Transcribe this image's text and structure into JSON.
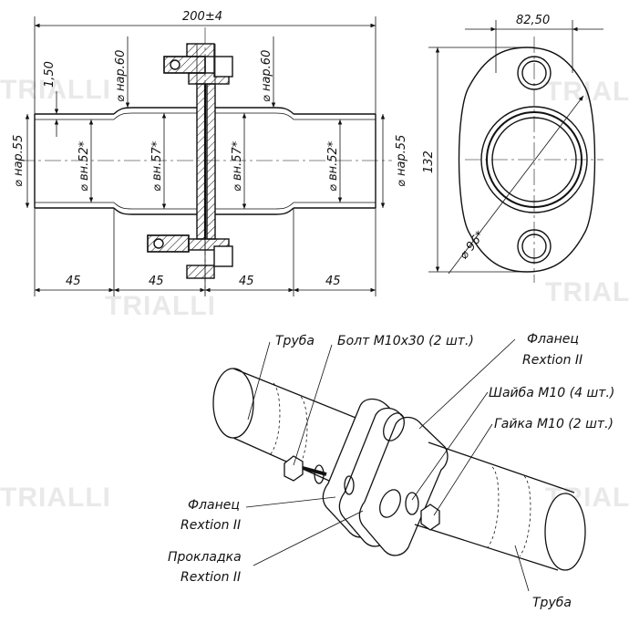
{
  "watermark": "TRIALLI",
  "dimensions": {
    "overall_length": "200±4",
    "wall": "1,50",
    "outer_pipe_left": "⌀ нар.55",
    "outer_pipe_right": "⌀ нар.55",
    "outer_pipe_top_left": "⌀ нар.60",
    "outer_pipe_top_right": "⌀ нар.60",
    "inner_left": "⌀ вн.52*",
    "inner_right": "⌀ вн.52*",
    "inner_center_left": "⌀ вн.57*",
    "inner_center_right": "⌀ вн.57*",
    "seg1": "45",
    "seg2": "45",
    "seg3": "45",
    "seg4": "45",
    "flange_width": "82,50",
    "flange_height": "132",
    "bore": "⌀ 96*"
  },
  "labels": {
    "pipe_top": "Труба",
    "bolt": "Болт М10х30 (2 шт.)",
    "flange_top_line1": "Фланец",
    "flange_top_line2": "Rextion II",
    "washer": "Шайба М10 (4 шт.)",
    "nut": "Гайка М10 (2 шт.)",
    "flange_left_line1": "Фланец",
    "flange_left_line2": "Rextion II",
    "gasket_line1": "Прокладка",
    "gasket_line2": "Rextion II",
    "pipe_bottom": "Труба"
  }
}
